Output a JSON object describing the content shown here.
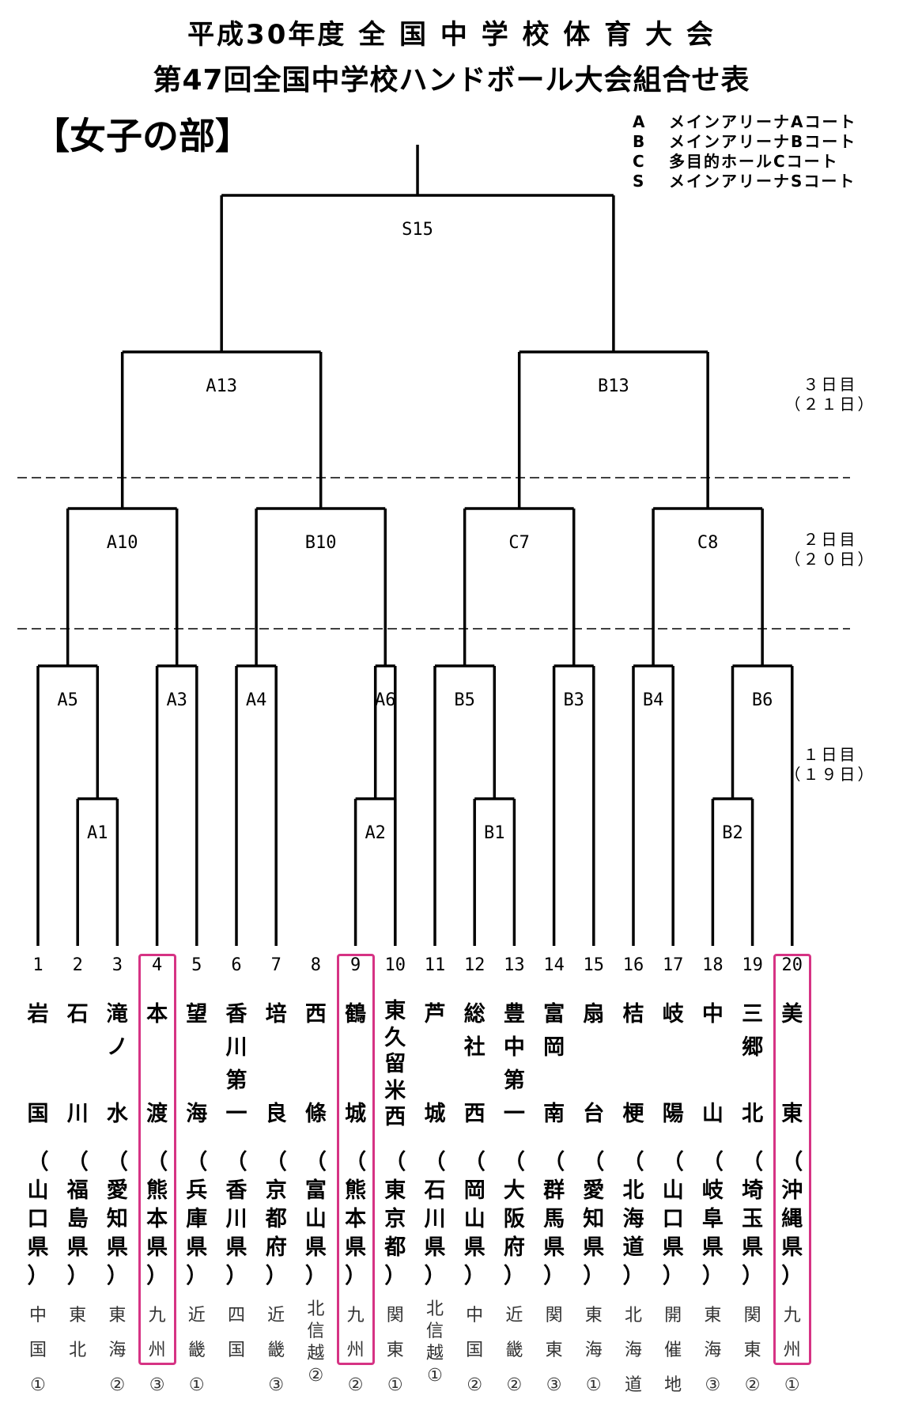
{
  "header": {
    "title_line1": "平成30年度 全 国 中 学 校 体 育 大 会",
    "title_line2": "第47回全国中学校ハンドボール大会組合せ表",
    "division": "【女子の部】"
  },
  "courts": [
    {
      "code": "A",
      "name": "メインアリーナAコート"
    },
    {
      "code": "B",
      "name": "メインアリーナBコート"
    },
    {
      "code": "C",
      "name": "多目的ホールCコート"
    },
    {
      "code": "S",
      "name": "メインアリーナSコート"
    }
  ],
  "days": [
    {
      "day": "３日目",
      "date": "（２１日）"
    },
    {
      "day": "２日目",
      "date": "（２０日）"
    },
    {
      "day": "１日目",
      "date": "（１９日）"
    }
  ],
  "matches": {
    "final": "S15",
    "semis": [
      "A13",
      "B13"
    ],
    "quarters": [
      "A10",
      "B10",
      "C7",
      "C8"
    ],
    "round2": [
      "A5",
      "A3",
      "A4",
      "A6",
      "B5",
      "B3",
      "B4",
      "B6"
    ],
    "round1": [
      "A1",
      "A2",
      "B1",
      "B2"
    ]
  },
  "teams": [
    {
      "no": "1",
      "name": "岩　国",
      "pref": "山口県",
      "region": "中国①"
    },
    {
      "no": "2",
      "name": "石　川",
      "pref": "福島県",
      "region": "東北"
    },
    {
      "no": "3",
      "name": "滝ノ水",
      "pref": "愛知県",
      "region": "東海②"
    },
    {
      "no": "4",
      "name": "本　渡",
      "pref": "熊本県",
      "region": "九州③"
    },
    {
      "no": "5",
      "name": "望　海",
      "pref": "兵庫県",
      "region": "近畿①"
    },
    {
      "no": "6",
      "name": "香川第一",
      "pref": "香川県",
      "region": "四国"
    },
    {
      "no": "7",
      "name": "培　良",
      "pref": "京都府",
      "region": "近畿③"
    },
    {
      "no": "8",
      "name": "西　條",
      "pref": "富山県",
      "region": "北信越②"
    },
    {
      "no": "9",
      "name": "鶴　城",
      "pref": "熊本県",
      "region": "九州②"
    },
    {
      "no": "10",
      "name": "東久留米西",
      "pref": "東京都",
      "region": "関東①"
    },
    {
      "no": "11",
      "name": "芦　城",
      "pref": "石川県",
      "region": "北信越①"
    },
    {
      "no": "12",
      "name": "総社西",
      "pref": "岡山県",
      "region": "中国②"
    },
    {
      "no": "13",
      "name": "豊中第一",
      "pref": "大阪府",
      "region": "近畿②"
    },
    {
      "no": "14",
      "name": "富岡南",
      "pref": "群馬県",
      "region": "関東③"
    },
    {
      "no": "15",
      "name": "扇　台",
      "pref": "愛知県",
      "region": "東海①"
    },
    {
      "no": "16",
      "name": "桔　梗",
      "pref": "北海道",
      "region": "北海道"
    },
    {
      "no": "17",
      "name": "岐　陽",
      "pref": "山口県",
      "region": "開催地"
    },
    {
      "no": "18",
      "name": "中　山",
      "pref": "岐阜県",
      "region": "東海③"
    },
    {
      "no": "19",
      "name": "三郷北",
      "pref": "埼玉県",
      "region": "関東②"
    },
    {
      "no": "20",
      "name": "美　東",
      "pref": "沖縄県",
      "region": "九州①"
    }
  ],
  "highlighted_teams": [
    "4",
    "9",
    "20"
  ],
  "colors": {
    "highlight": "#d63384",
    "line": "#000000"
  }
}
